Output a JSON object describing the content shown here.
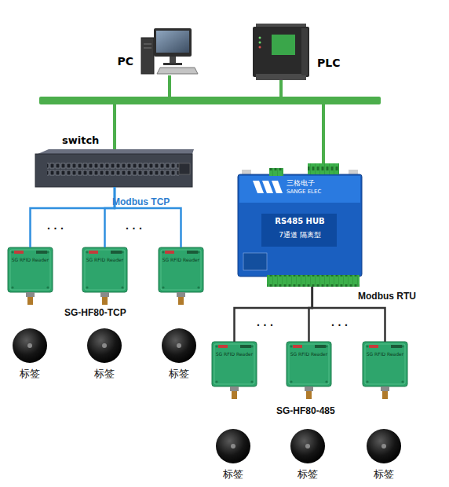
{
  "diagram": {
    "nodes": [
      {
        "text": [
          "PC"
        ]
      },
      {
        "text": [
          "PLC"
        ]
      },
      {
        "text": [
          "switch"
        ]
      },
      {
        "text": [
          "三格电子",
          "SANGE ELEC",
          "RS485 HUB",
          "7通道 隔离型"
        ]
      },
      {
        "text": [
          "SG RFID Reader"
        ]
      },
      {
        "text": [
          "SG RFID Reader"
        ]
      },
      {
        "text": [
          "SG RFID Reader"
        ]
      },
      {
        "text": [
          "标签"
        ]
      },
      {
        "text": [
          "标签"
        ]
      },
      {
        "text": [
          "标签"
        ]
      },
      {
        "text": [
          "SG RFID Reader"
        ]
      },
      {
        "text": [
          "SG RFID Reader"
        ]
      },
      {
        "text": [
          "SG RFID Reader"
        ]
      },
      {
        "text": [
          "标签"
        ]
      },
      {
        "text": [
          "标签"
        ]
      },
      {
        "text": [
          "标签"
        ]
      }
    ],
    "edges": [
      {
        "from": 2,
        "to": 0,
        "arrow": "none"
      },
      {
        "from": 2,
        "to": 1,
        "arrow": "none"
      },
      {
        "from": 3,
        "to": 0,
        "arrow": "none"
      },
      {
        "from": 3,
        "to": 1,
        "arrow": "none"
      },
      {
        "from": 2,
        "to": 4,
        "arrow": "none"
      },
      {
        "from": 2,
        "to": 5,
        "arrow": "none"
      },
      {
        "from": 2,
        "to": 6,
        "arrow": "none"
      },
      {
        "from": 3,
        "to": 10,
        "arrow": "none"
      },
      {
        "from": 3,
        "to": 11,
        "arrow": "none"
      },
      {
        "from": 3,
        "to": 12,
        "arrow": "none"
      }
    ],
    "labels": [
      "Modbus TCP",
      "· · ·",
      "· · ·",
      "SG-HF80-TCP",
      "Modbus RTU",
      "· · ·",
      "· · ·",
      "SG-HF80-485"
    ]
  }
}
